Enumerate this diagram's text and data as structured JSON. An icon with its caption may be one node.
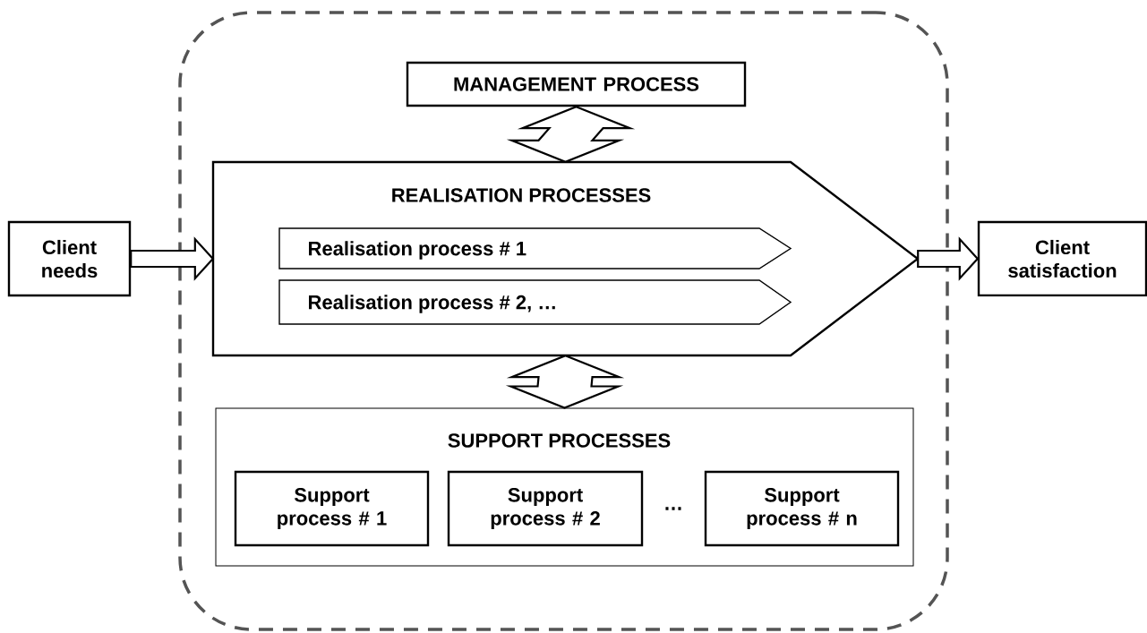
{
  "diagram": {
    "nodes": [
      {
        "text": [],
        "shape": "box"
      },
      {
        "text": [
          "Client needs"
        ]
      },
      {
        "text": [
          "MANAGEMENT PROCESS"
        ],
        "in": 0
      },
      {
        "text": [
          "REALISATION PROCESSES"
        ],
        "in": 0
      },
      {
        "text": [
          "Realisation process # 1"
        ],
        "in": 3
      },
      {
        "text": [
          "Realisation process # 2, …"
        ],
        "in": 3
      },
      {
        "text": [
          "SUPPORT PROCESSES"
        ],
        "in": 0
      },
      {
        "text": [
          "Support process # 1"
        ],
        "in": 6
      },
      {
        "text": [
          "Support process # 2"
        ],
        "in": 6
      },
      {
        "text": [
          "Support process # n"
        ],
        "in": 6
      },
      {
        "text": [
          "Client satisfaction"
        ]
      }
    ],
    "edges": [
      {
        "from": 1,
        "to": 3,
        "arrow": "to"
      },
      {
        "from": 2,
        "to": 3,
        "arrow": "both"
      },
      {
        "from": 3,
        "to": 6,
        "arrow": "both"
      },
      {
        "from": 3,
        "to": 10,
        "arrow": "to"
      }
    ],
    "labels": [
      "…"
    ]
  }
}
